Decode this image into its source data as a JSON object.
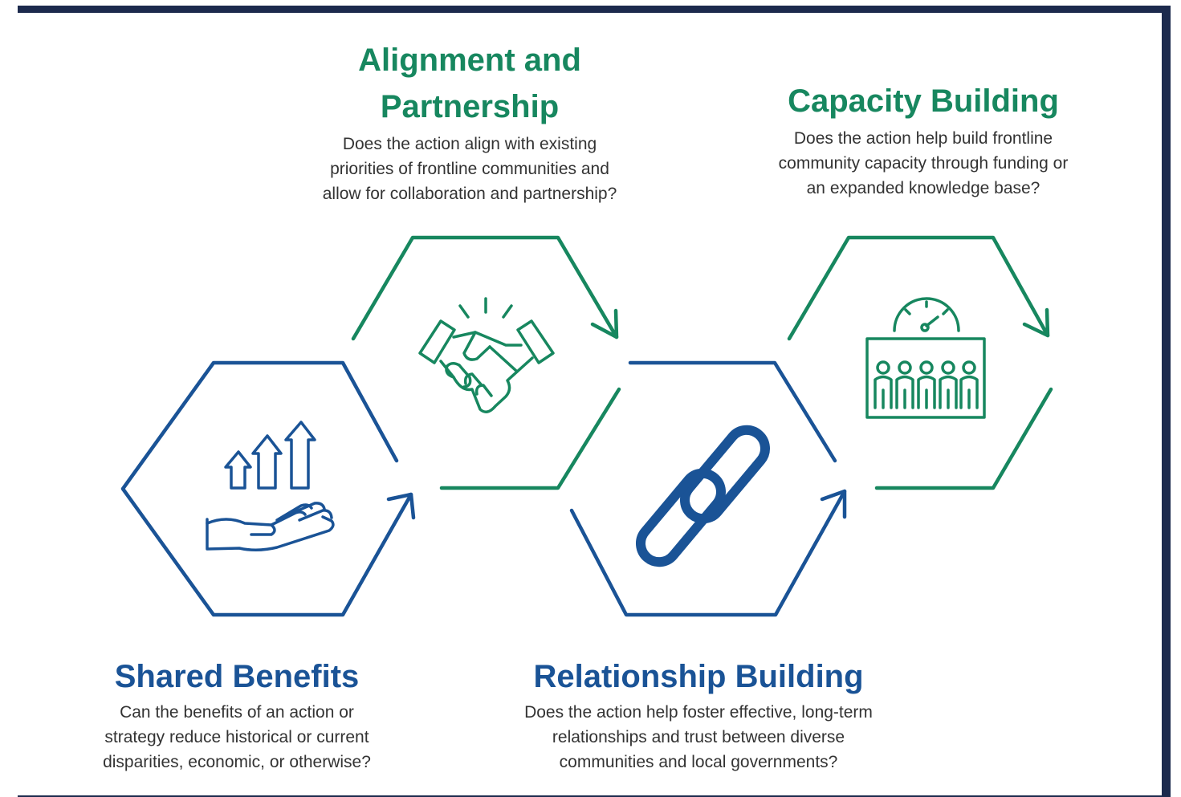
{
  "colors": {
    "green": "#17875f",
    "blue": "#1a5396",
    "frame": "#1c2a4d",
    "text": "#333333"
  },
  "pillars": {
    "alignment": {
      "title_line1": "Alignment and",
      "title_line2": "Partnership",
      "desc_line1": "Does the action align with existing",
      "desc_line2": "priorities of frontline communities and",
      "desc_line3": "allow for collaboration and partnership?",
      "icon": "handshake-icon"
    },
    "capacity": {
      "title": "Capacity Building",
      "desc_line1": "Does the action help build frontline",
      "desc_line2": "community capacity through funding or",
      "desc_line3": "an expanded knowledge base?",
      "icon": "gauge-group-icon"
    },
    "shared": {
      "title": "Shared Benefits",
      "desc_line1": "Can the benefits of an action or",
      "desc_line2": "strategy reduce historical or current",
      "desc_line3": "disparities, economic, or otherwise?",
      "icon": "hand-growth-arrows-icon"
    },
    "relationship": {
      "title": "Relationship Building",
      "desc_line1": "Does the action help foster effective, long-term",
      "desc_line2": "relationships and trust between diverse",
      "desc_line3": "communities and local governments?",
      "icon": "chain-link-icon"
    }
  }
}
